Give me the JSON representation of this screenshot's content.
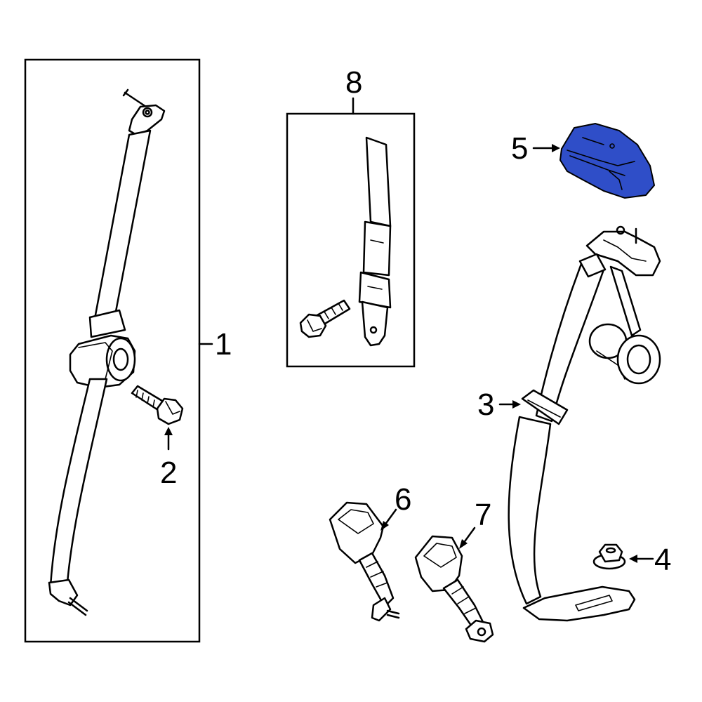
{
  "colors": {
    "highlight": "#2f4ec8",
    "line": "#000000",
    "background": "#ffffff"
  },
  "callouts": {
    "c1": "1",
    "c2": "2",
    "c3": "3",
    "c4": "4",
    "c5": "5",
    "c6": "6",
    "c7": "7",
    "c8": "8"
  },
  "highlighted_part": "5"
}
